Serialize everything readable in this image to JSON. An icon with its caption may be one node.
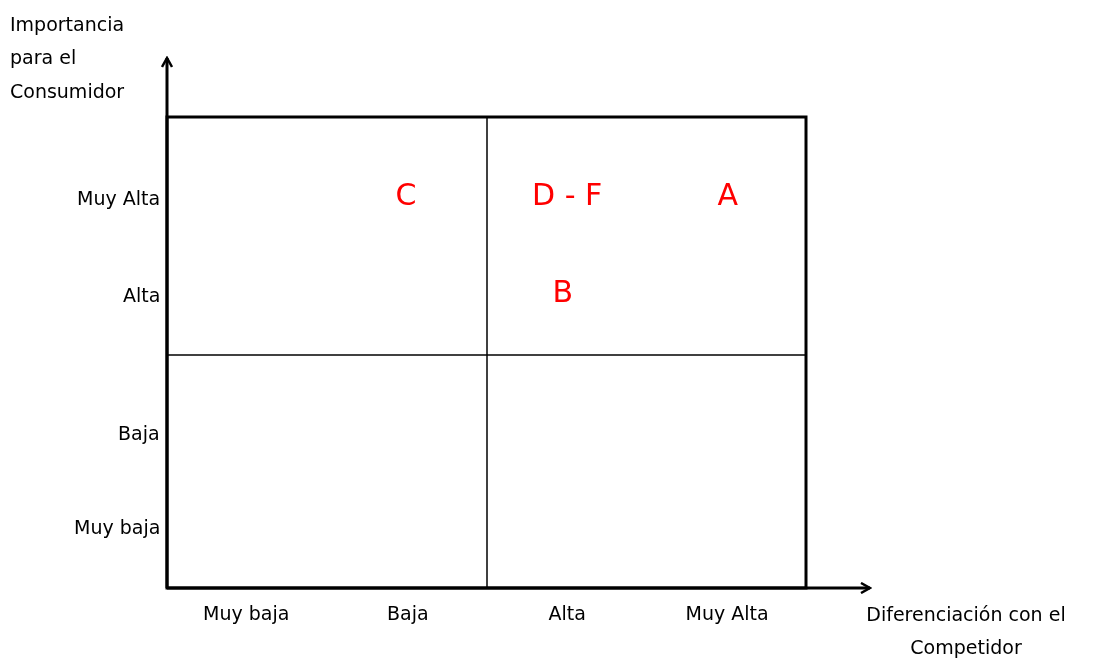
{
  "diagram": {
    "labels": [
      "Importancia para el Consumidor",
      "Muy Alta",
      "C",
      "D - F",
      "A",
      "Alta",
      "B",
      "Baja",
      "Muy baja",
      "Muy baja",
      "Baja",
      "Alta",
      "Muy  Alta",
      "Diferenciación con el Competidor"
    ]
  }
}
